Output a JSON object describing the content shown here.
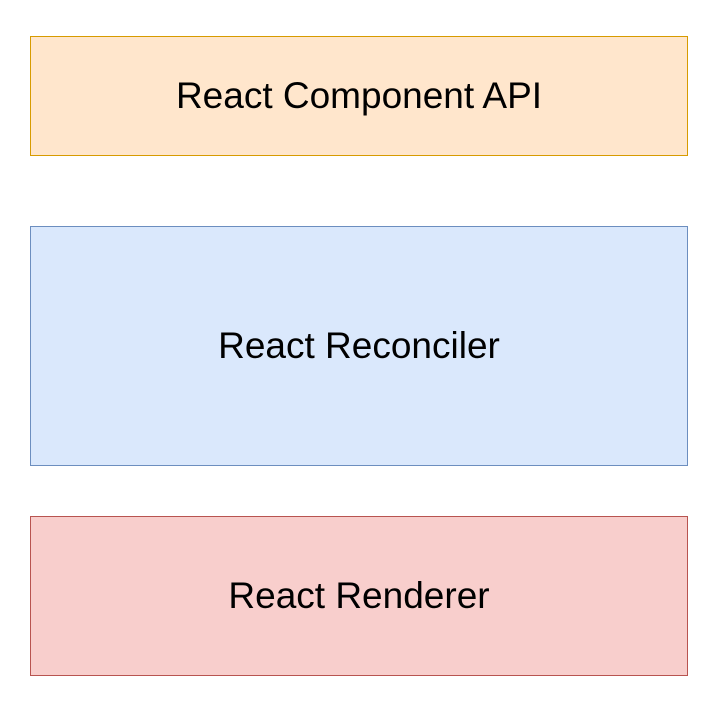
{
  "diagram": {
    "layers": [
      {
        "label": "React Component API",
        "fill": "#ffe6cc",
        "stroke": "#d79b00"
      },
      {
        "label": "React Reconciler",
        "fill": "#dae8fc",
        "stroke": "#6c8ebf"
      },
      {
        "label": "React Renderer",
        "fill": "#f8cecc",
        "stroke": "#b85450"
      }
    ]
  }
}
